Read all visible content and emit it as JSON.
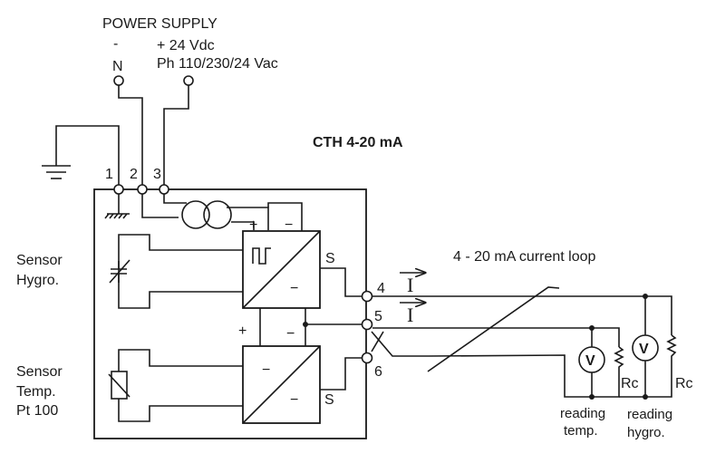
{
  "power_supply": {
    "title": "POWER SUPPLY",
    "neg_sign": "-",
    "neg_label": "N",
    "pos_label": "+ 24 Vdc",
    "phase_label": "Ph 110/230/24 Vac"
  },
  "device": {
    "name": "CTH 4-20 mA",
    "terminals": [
      "1",
      "2",
      "3",
      "4",
      "5",
      "6"
    ],
    "plus_label": "+",
    "minus_label": "−",
    "signal_label": "S",
    "converter_minus": "−"
  },
  "sensors": {
    "hygro_line1": "Sensor",
    "hygro_line2": "Hygro.",
    "temp_line1": "Sensor",
    "temp_line2": "Temp.",
    "temp_line3": "Pt 100"
  },
  "loop": {
    "label": "4 - 20 mA current loop",
    "current_symbol": "I",
    "resistor_label": "Rc",
    "voltmeter_label": "V",
    "reading_temp_line1": "reading",
    "reading_temp_line2": "temp.",
    "reading_hygro_line1": "reading",
    "reading_hygro_line2": "hygro."
  }
}
